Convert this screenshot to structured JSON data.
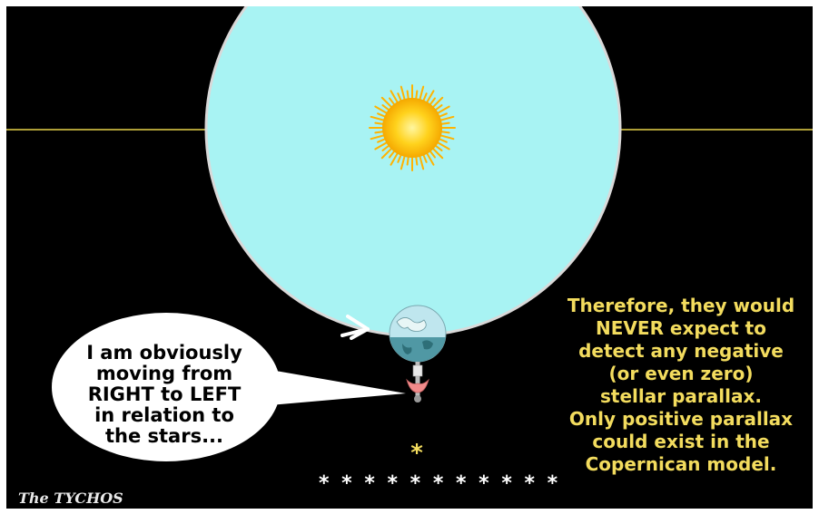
{
  "speech_bubble": {
    "lines": [
      "I am obviously",
      "moving from",
      "RIGHT to LEFT",
      "in relation to",
      "the stars..."
    ]
  },
  "caption": {
    "lines": [
      "Therefore, they would",
      "NEVER expect to",
      "detect any negative",
      "(or even zero)",
      "stellar parallax.",
      "Only positive parallax",
      "could exist in the",
      "Copernican model."
    ]
  },
  "stars": {
    "single": "*",
    "row": "* * * * * * * * * * *"
  },
  "watermark": "The TYCHOS",
  "colors": {
    "background": "#000000",
    "orbit_fill": "#a8f3f3",
    "orbit_stroke": "#dcdcdc",
    "sun": "#ffcc1a",
    "horizon_line": "#e8d44a",
    "caption_text": "#f3dc5e",
    "arrow": "#ffffff"
  }
}
